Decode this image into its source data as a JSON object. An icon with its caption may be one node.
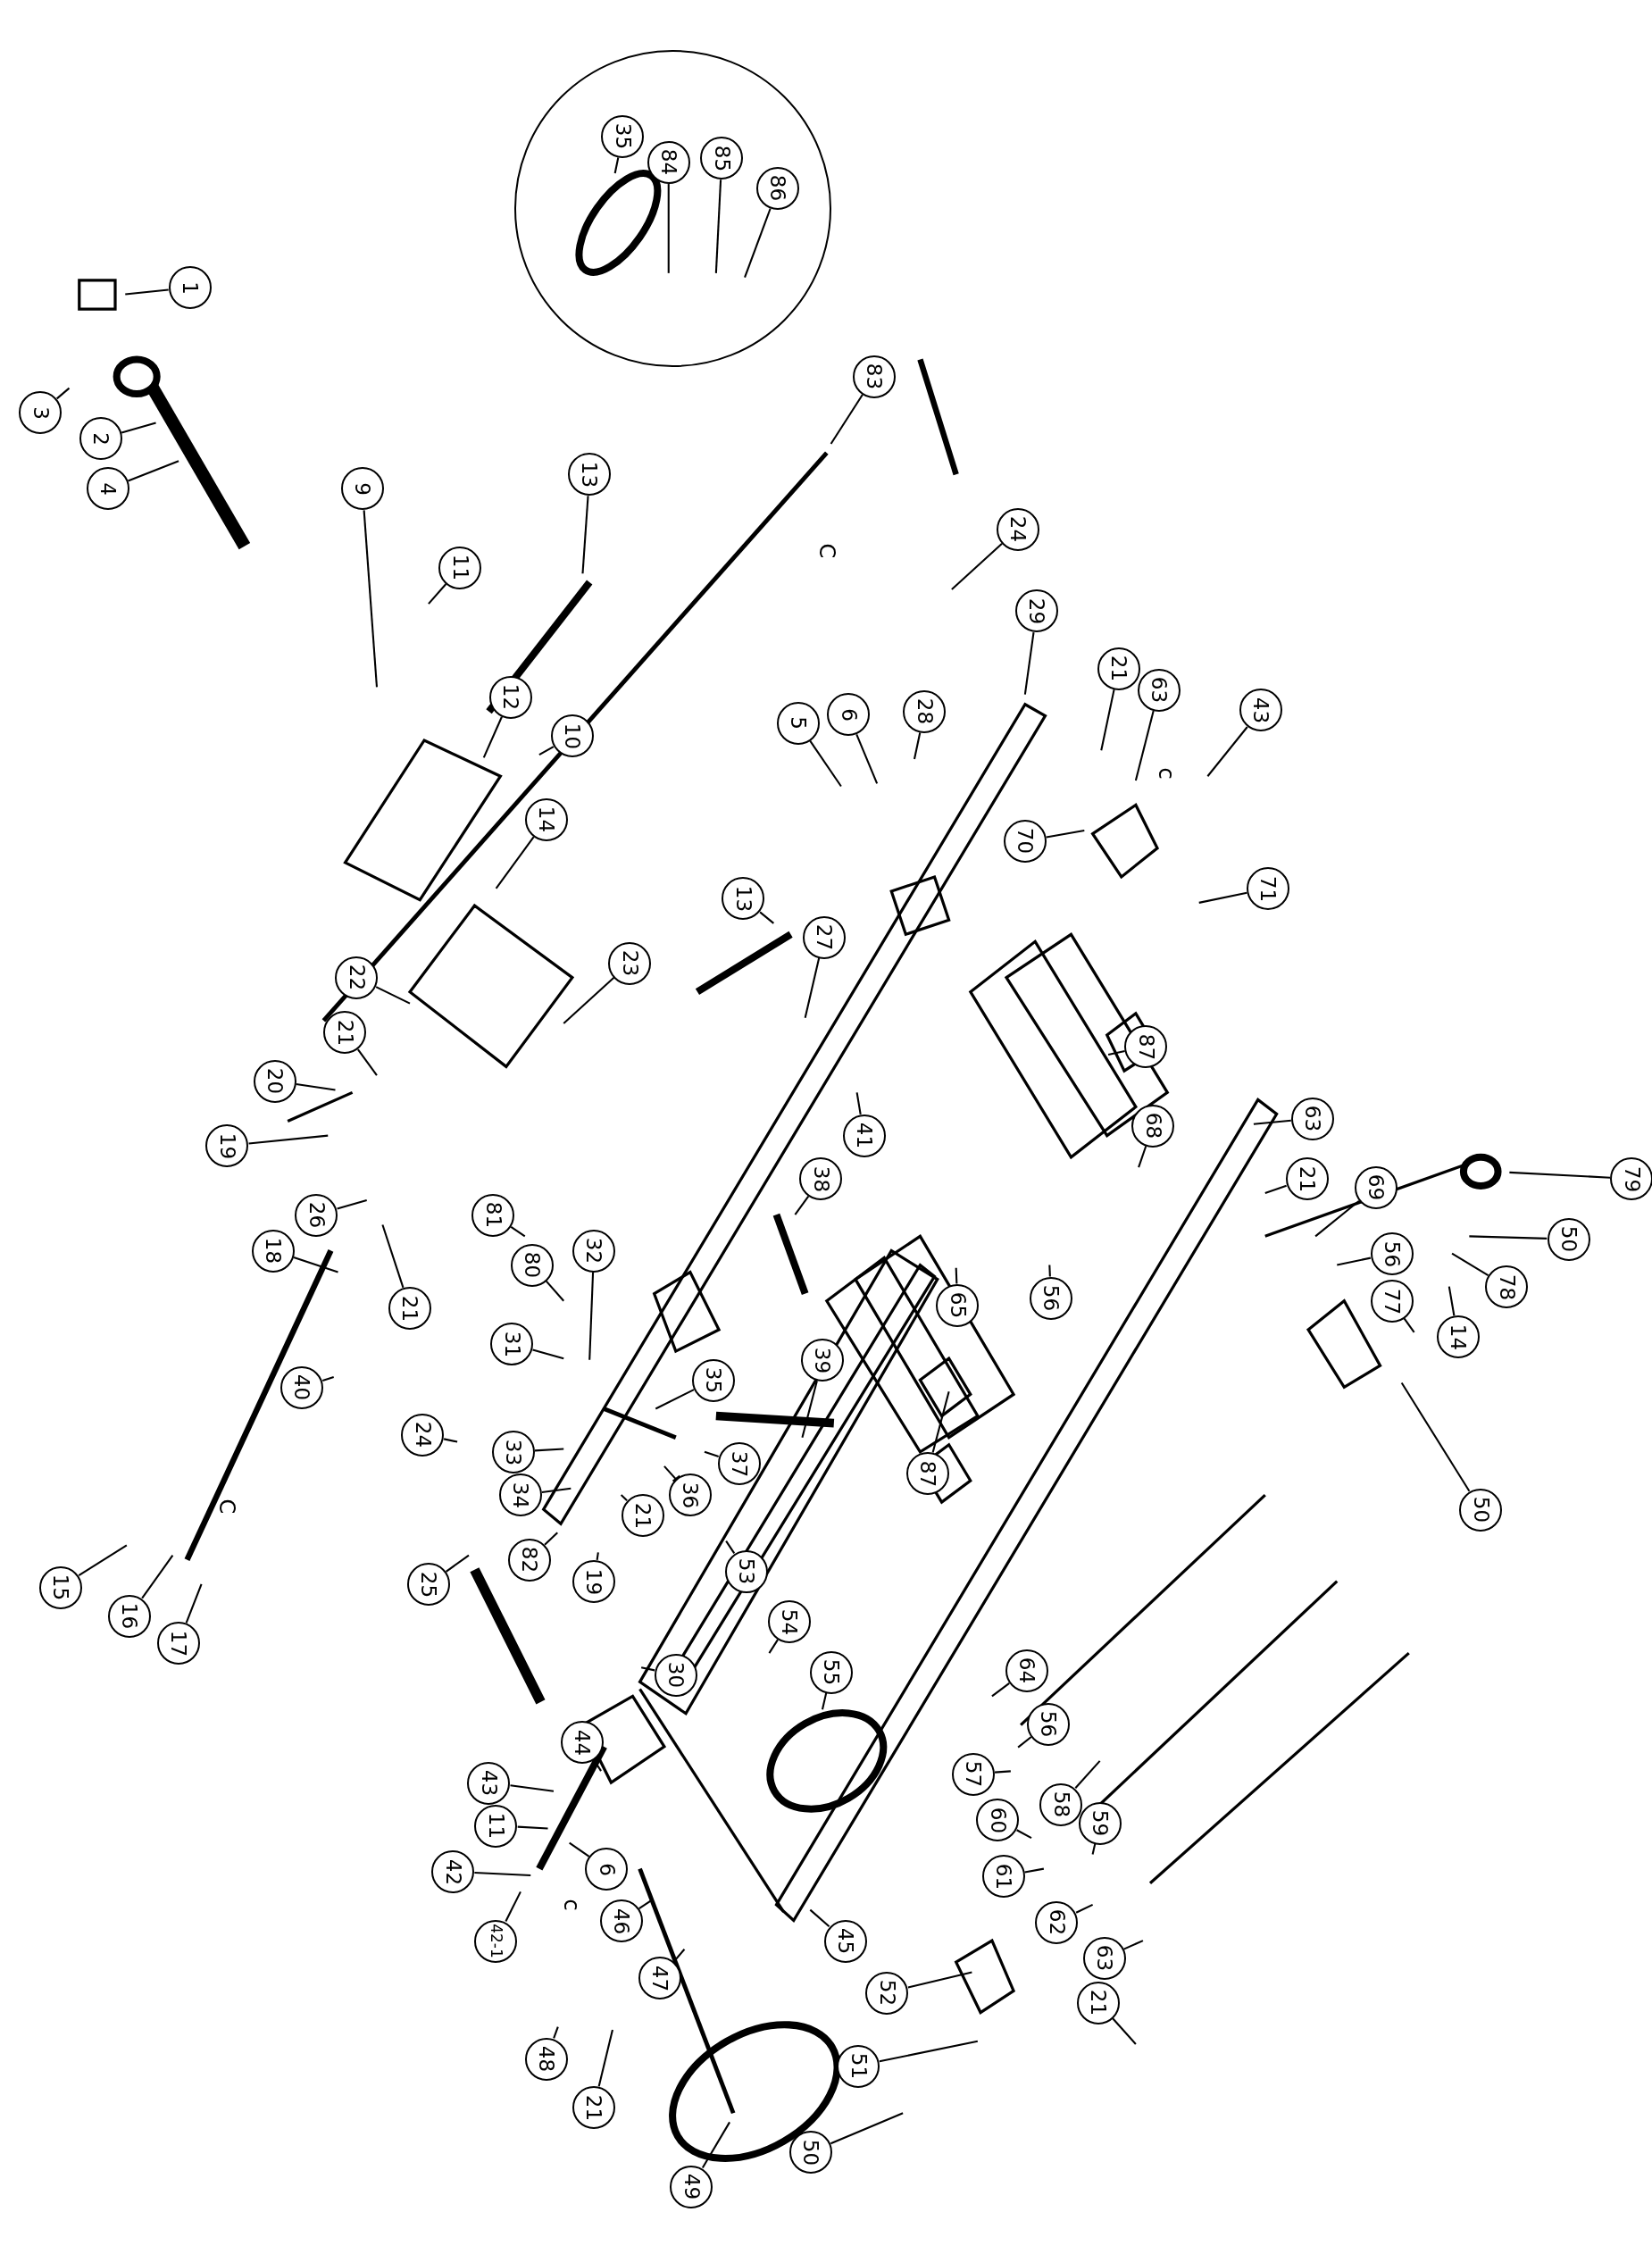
{
  "diagram": {
    "nodes": [
      {
        "text": [],
        "shape": "circle"
      },
      {
        "text": [
          "35"
        ],
        "in": 0
      },
      {
        "text": [
          "84"
        ],
        "in": 0
      },
      {
        "text": [
          "85"
        ],
        "in": 0
      },
      {
        "text": [
          "86"
        ],
        "in": 0
      },
      {
        "text": [
          "1"
        ]
      },
      {
        "text": [
          "3"
        ]
      },
      {
        "text": [
          "2"
        ]
      },
      {
        "text": [
          "4"
        ]
      },
      {
        "text": [
          "83"
        ]
      },
      {
        "text": [
          "13"
        ]
      },
      {
        "text": [
          "9"
        ]
      },
      {
        "text": [
          "11"
        ]
      },
      {
        "text": [
          "24"
        ]
      },
      {
        "text": [
          "29"
        ]
      },
      {
        "text": [
          "21"
        ]
      },
      {
        "text": [
          "63"
        ]
      },
      {
        "text": [
          "43"
        ]
      },
      {
        "text": [
          "12"
        ]
      },
      {
        "text": [
          "28"
        ]
      },
      {
        "text": [
          "6"
        ]
      },
      {
        "text": [
          "5"
        ]
      },
      {
        "text": [
          "10"
        ]
      },
      {
        "text": [
          "14"
        ]
      },
      {
        "text": [
          "70"
        ]
      },
      {
        "text": [
          "71"
        ]
      },
      {
        "text": [
          "13"
        ]
      },
      {
        "text": [
          "27"
        ]
      },
      {
        "text": [
          "23"
        ]
      },
      {
        "text": [
          "22"
        ]
      },
      {
        "text": [
          "21"
        ]
      },
      {
        "text": [
          "87"
        ]
      },
      {
        "text": [
          "20"
        ]
      },
      {
        "text": [
          "41"
        ]
      },
      {
        "text": [
          "68"
        ]
      },
      {
        "text": [
          "63"
        ]
      },
      {
        "text": [
          "19"
        ]
      },
      {
        "text": [
          "38"
        ]
      },
      {
        "text": [
          "21"
        ]
      },
      {
        "text": [
          "79"
        ]
      },
      {
        "text": [
          "81"
        ]
      },
      {
        "text": [
          "26"
        ]
      },
      {
        "text": [
          "69"
        ]
      },
      {
        "text": [
          "50"
        ]
      },
      {
        "text": [
          "18"
        ]
      },
      {
        "text": [
          "32"
        ]
      },
      {
        "text": [
          "56"
        ]
      },
      {
        "text": [
          "80"
        ]
      },
      {
        "text": [
          "78"
        ]
      },
      {
        "text": [
          "77"
        ]
      },
      {
        "text": [
          "56"
        ]
      },
      {
        "text": [
          "65"
        ]
      },
      {
        "text": [
          "21"
        ]
      },
      {
        "text": [
          "14"
        ]
      },
      {
        "text": [
          "31"
        ]
      },
      {
        "text": [
          "39"
        ]
      },
      {
        "text": [
          "35"
        ]
      },
      {
        "text": [
          "40"
        ]
      },
      {
        "text": [
          "24"
        ]
      },
      {
        "text": [
          "33"
        ]
      },
      {
        "text": [
          "37"
        ]
      },
      {
        "text": [
          "87"
        ]
      },
      {
        "text": [
          "34"
        ]
      },
      {
        "text": [
          "36"
        ]
      },
      {
        "text": [
          "50"
        ]
      },
      {
        "text": [
          "21"
        ]
      },
      {
        "text": [
          "82"
        ]
      },
      {
        "text": [
          "53"
        ]
      },
      {
        "text": [
          "19"
        ]
      },
      {
        "text": [
          "25"
        ]
      },
      {
        "text": [
          "15"
        ]
      },
      {
        "text": [
          "16"
        ]
      },
      {
        "text": [
          "17"
        ]
      },
      {
        "text": [
          "54"
        ]
      },
      {
        "text": [
          "30"
        ]
      },
      {
        "text": [
          "55"
        ]
      },
      {
        "text": [
          "64"
        ]
      },
      {
        "text": [
          "56"
        ]
      },
      {
        "text": [
          "44"
        ]
      },
      {
        "text": [
          "57"
        ]
      },
      {
        "text": [
          "43"
        ]
      },
      {
        "text": [
          "58"
        ]
      },
      {
        "text": [
          "60"
        ]
      },
      {
        "text": [
          "59"
        ]
      },
      {
        "text": [
          "11"
        ]
      },
      {
        "text": [
          "6"
        ]
      },
      {
        "text": [
          "42"
        ]
      },
      {
        "text": [
          "61"
        ]
      },
      {
        "text": [
          "46"
        ]
      },
      {
        "text": [
          "62"
        ]
      },
      {
        "text": [
          "42-1"
        ]
      },
      {
        "text": [
          "45"
        ]
      },
      {
        "text": [
          "63"
        ]
      },
      {
        "text": [
          "47"
        ]
      },
      {
        "text": [
          "52"
        ]
      },
      {
        "text": [
          "21"
        ]
      },
      {
        "text": [
          "48"
        ]
      },
      {
        "text": [
          "51"
        ]
      },
      {
        "text": [
          "21"
        ]
      },
      {
        "text": [
          "50"
        ]
      },
      {
        "text": [
          "49"
        ]
      }
    ],
    "edges": [
      {
        "from": 1,
        "to": null,
        "arrow": "none"
      },
      {
        "from": 2,
        "to": null,
        "arrow": "none"
      },
      {
        "from": 3,
        "to": null,
        "arrow": "none"
      },
      {
        "from": 4,
        "to": null,
        "arrow": "none"
      },
      {
        "from": 5,
        "to": null,
        "arrow": "none"
      },
      {
        "from": 6,
        "to": null,
        "arrow": "none"
      },
      {
        "from": 7,
        "to": null,
        "arrow": "none"
      },
      {
        "from": 8,
        "to": null,
        "arrow": "none"
      },
      {
        "from": 9,
        "to": null,
        "arrow": "none"
      },
      {
        "from": 10,
        "to": null,
        "arrow": "none"
      },
      {
        "from": 11,
        "to": null,
        "arrow": "none"
      },
      {
        "from": 12,
        "to": null,
        "arrow": "none"
      },
      {
        "from": 13,
        "to": null,
        "arrow": "none"
      },
      {
        "from": 14,
        "to": null,
        "arrow": "none"
      },
      {
        "from": 15,
        "to": null,
        "arrow": "none"
      },
      {
        "from": 16,
        "to": null,
        "arrow": "none"
      },
      {
        "from": 17,
        "to": null,
        "arrow": "none"
      },
      {
        "from": 18,
        "to": null,
        "arrow": "none"
      },
      {
        "from": 19,
        "to": null,
        "arrow": "none"
      },
      {
        "from": 20,
        "to": null,
        "arrow": "none"
      },
      {
        "from": 21,
        "to": null,
        "arrow": "none"
      },
      {
        "from": 22,
        "to": null,
        "arrow": "none"
      },
      {
        "from": 23,
        "to": null,
        "arrow": "none"
      },
      {
        "from": 24,
        "to": null,
        "arrow": "none"
      },
      {
        "from": 25,
        "to": null,
        "arrow": "none"
      },
      {
        "from": 26,
        "to": null,
        "arrow": "none"
      },
      {
        "from": 27,
        "to": null,
        "arrow": "none"
      },
      {
        "from": 28,
        "to": null,
        "arrow": "none"
      },
      {
        "from": 29,
        "to": null,
        "arrow": "none"
      },
      {
        "from": 30,
        "to": null,
        "arrow": "none"
      },
      {
        "from": 31,
        "to": null,
        "arrow": "none"
      },
      {
        "from": 32,
        "to": null,
        "arrow": "none"
      },
      {
        "from": 33,
        "to": null,
        "arrow": "none"
      },
      {
        "from": 34,
        "to": null,
        "arrow": "none"
      },
      {
        "from": 35,
        "to": null,
        "arrow": "none"
      },
      {
        "from": 36,
        "to": null,
        "arrow": "none"
      },
      {
        "from": 37,
        "to": null,
        "arrow": "none"
      },
      {
        "from": 38,
        "to": null,
        "arrow": "none"
      },
      {
        "from": 39,
        "to": null,
        "arrow": "none"
      },
      {
        "from": 40,
        "to": null,
        "arrow": "none"
      },
      {
        "from": 41,
        "to": null,
        "arrow": "none"
      },
      {
        "from": 42,
        "to": null,
        "arrow": "none"
      },
      {
        "from": 43,
        "to": null,
        "arrow": "none"
      },
      {
        "from": 44,
        "to": null,
        "arrow": "none"
      },
      {
        "from": 45,
        "to": null,
        "arrow": "none"
      },
      {
        "from": 46,
        "to": null,
        "arrow": "none"
      },
      {
        "from": 47,
        "to": null,
        "arrow": "none"
      },
      {
        "from": 48,
        "to": null,
        "arrow": "none"
      },
      {
        "from": 49,
        "to": null,
        "arrow": "none"
      },
      {
        "from": 50,
        "to": null,
        "arrow": "none"
      },
      {
        "from": 51,
        "to": null,
        "arrow": "none"
      },
      {
        "from": 52,
        "to": null,
        "arrow": "none"
      },
      {
        "from": 53,
        "to": null,
        "arrow": "none"
      },
      {
        "from": 54,
        "to": null,
        "arrow": "none"
      },
      {
        "from": 55,
        "to": null,
        "arrow": "none"
      },
      {
        "from": 56,
        "to": null,
        "arrow": "none"
      },
      {
        "from": 57,
        "to": null,
        "arrow": "none"
      },
      {
        "from": 58,
        "to": null,
        "arrow": "none"
      },
      {
        "from": 59,
        "to": null,
        "arrow": "none"
      },
      {
        "from": 60,
        "to": null,
        "arrow": "none"
      },
      {
        "from": 61,
        "to": null,
        "arrow": "none"
      },
      {
        "from": 62,
        "to": null,
        "arrow": "none"
      },
      {
        "from": 63,
        "to": null,
        "arrow": "none"
      },
      {
        "from": 64,
        "to": null,
        "arrow": "none"
      },
      {
        "from": 65,
        "to": null,
        "arrow": "none"
      },
      {
        "from": 66,
        "to": null,
        "arrow": "none"
      },
      {
        "from": 67,
        "to": null,
        "arrow": "none"
      },
      {
        "from": 68,
        "to": null,
        "arrow": "none"
      },
      {
        "from": 69,
        "to": null,
        "arrow": "none"
      },
      {
        "from": 70,
        "to": null,
        "arrow": "none"
      },
      {
        "from": 71,
        "to": null,
        "arrow": "none"
      },
      {
        "from": 72,
        "to": null,
        "arrow": "none"
      },
      {
        "from": 73,
        "to": null,
        "arrow": "none"
      },
      {
        "from": 74,
        "to": null,
        "arrow": "none"
      },
      {
        "from": 75,
        "to": null,
        "arrow": "none"
      },
      {
        "from": 76,
        "to": null,
        "arrow": "none"
      },
      {
        "from": 77,
        "to": null,
        "arrow": "none"
      },
      {
        "from": 78,
        "to": null,
        "arrow": "none"
      },
      {
        "from": 79,
        "to": null,
        "arrow": "none"
      },
      {
        "from": 80,
        "to": null,
        "arrow": "none"
      },
      {
        "from": 81,
        "to": null,
        "arrow": "none"
      },
      {
        "from": 82,
        "to": null,
        "arrow": "none"
      },
      {
        "from": 83,
        "to": null,
        "arrow": "none"
      },
      {
        "from": 84,
        "to": null,
        "arrow": "none"
      },
      {
        "from": 85,
        "to": null,
        "arrow": "none"
      },
      {
        "from": 86,
        "to": null,
        "arrow": "none"
      },
      {
        "from": 87,
        "to": null,
        "arrow": "none"
      },
      {
        "from": 88,
        "to": null,
        "arrow": "none"
      },
      {
        "from": 89,
        "to": null,
        "arrow": "none"
      },
      {
        "from": 90,
        "to": null,
        "arrow": "none"
      },
      {
        "from": 91,
        "to": null,
        "arrow": "none"
      },
      {
        "from": 92,
        "to": null,
        "arrow": "none"
      },
      {
        "from": 93,
        "to": null,
        "arrow": "none"
      },
      {
        "from": 94,
        "to": null,
        "arrow": "none"
      },
      {
        "from": 95,
        "to": null,
        "arrow": "none"
      },
      {
        "from": 96,
        "to": null,
        "arrow": "none"
      },
      {
        "from": 97,
        "to": null,
        "arrow": "none"
      },
      {
        "from": 98,
        "to": null,
        "arrow": "none"
      },
      {
        "from": 99,
        "to": null,
        "arrow": "none"
      },
      {
        "from": 100,
        "to": null,
        "arrow": "none"
      }
    ],
    "labels": [
      "C",
      "c",
      "C",
      "c"
    ]
  }
}
